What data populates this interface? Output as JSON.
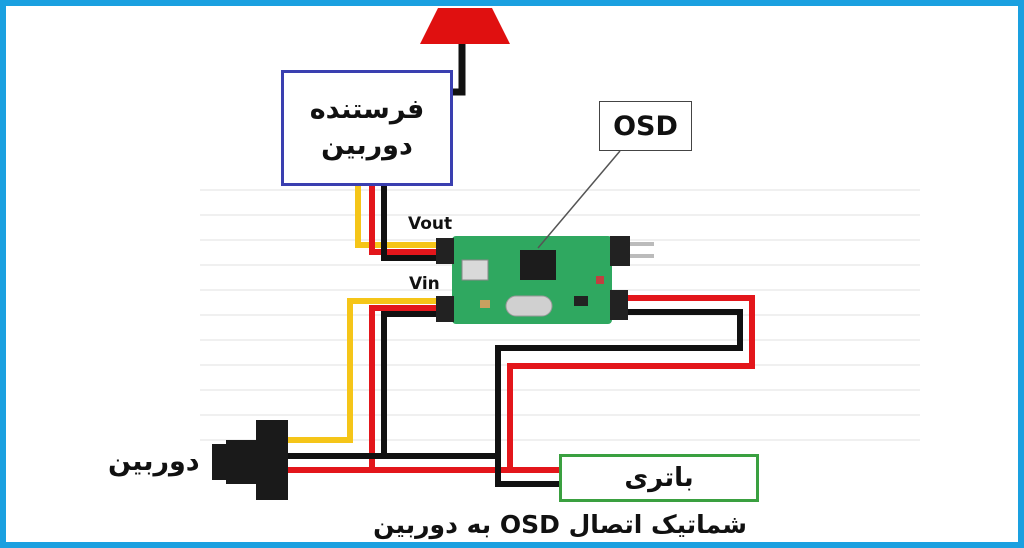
{
  "transmitter": {
    "line1": "فرستنده",
    "line2": "دوربین"
  },
  "osd": {
    "label": "OSD"
  },
  "pins": {
    "vout": "Vout",
    "vin": "Vin"
  },
  "camera": {
    "label": "دوربین"
  },
  "battery": {
    "label": "باتری"
  },
  "caption": "شماتیک اتصال OSD به دوربین",
  "colors": {
    "frame": "#1aa0e0",
    "wire_yellow": "#f5c518",
    "wire_red": "#e3161b",
    "wire_black": "#111111",
    "antenna": "#e01010",
    "pcb": "#2fa860",
    "transmitter_border": "#3a3fb0",
    "battery_border": "#3aa040"
  }
}
